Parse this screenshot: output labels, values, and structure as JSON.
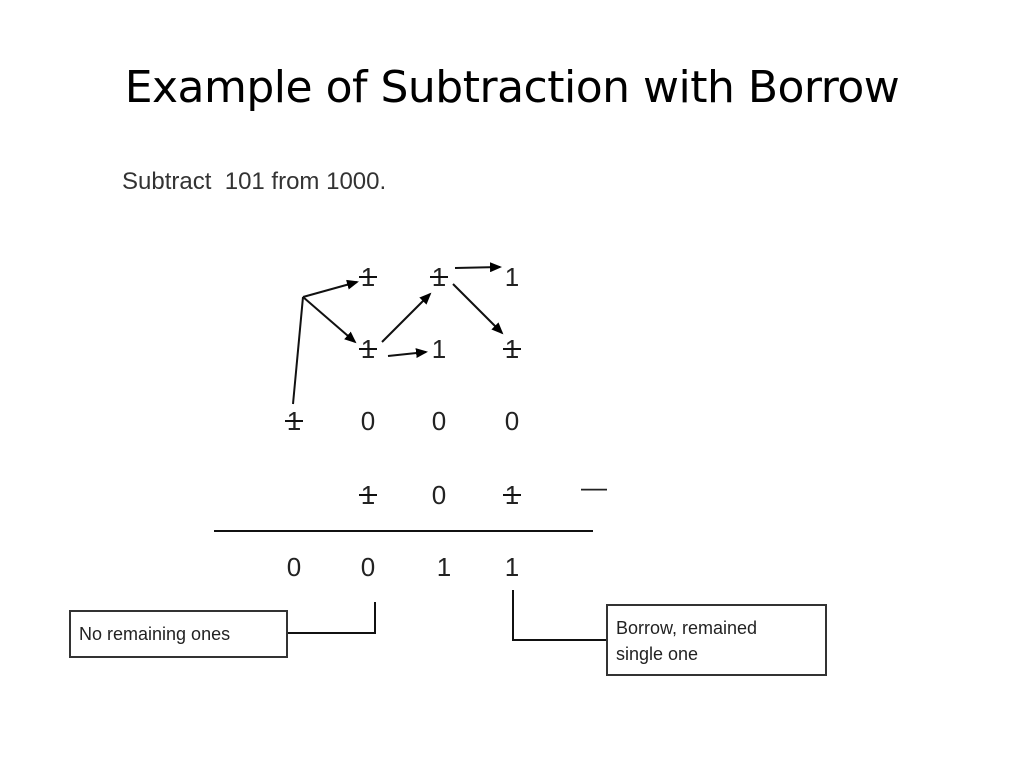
{
  "slide": {
    "title": "Example of Subtraction with Borrow",
    "subtitle": "Subtract  101 from 1000."
  },
  "diagram": {
    "borrow_row_1": [
      "1",
      "1",
      "1"
    ],
    "borrow_row_2": [
      "1",
      "1",
      "1"
    ],
    "minuend": [
      "1",
      "0",
      "0",
      "0"
    ],
    "subtrahend": [
      "1",
      "0",
      "1"
    ],
    "operator": "—",
    "result": [
      "0",
      "0",
      "1",
      "1"
    ],
    "notes": {
      "left": "No remaining ones",
      "right_line_1": "Borrow, remained",
      "right_line_2": "single one"
    }
  }
}
